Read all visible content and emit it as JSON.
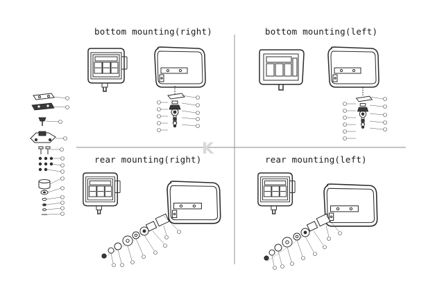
{
  "panels": {
    "top_left": {
      "title": "bottom mounting(right)"
    },
    "top_right": {
      "title": "bottom mounting(left)"
    },
    "bottom_left": {
      "title": "rear mounting(right)"
    },
    "bottom_right": {
      "title": "rear mounting(left)"
    }
  },
  "watermark": {
    "text": "K"
  },
  "colors": {
    "line": "#2a2a2a",
    "background": "#ffffff",
    "divider": "#888888"
  }
}
